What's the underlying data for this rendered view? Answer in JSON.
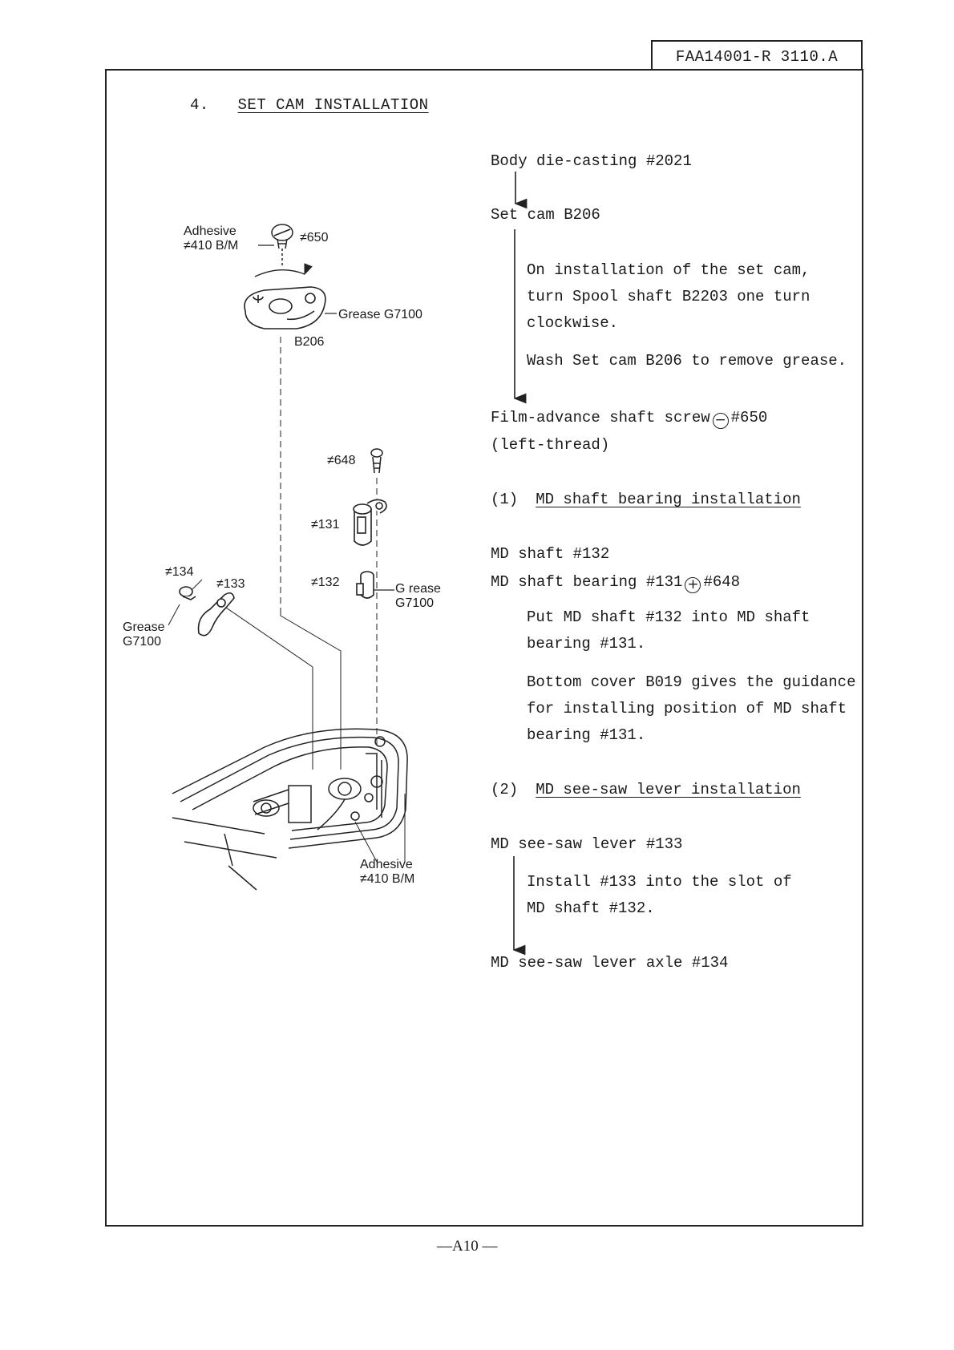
{
  "header": {
    "doc_code": "FAA14001-R 3110.A"
  },
  "title": {
    "number": "4.",
    "text": "SET CAM INSTALLATION"
  },
  "flow": {
    "step1": "Body die-casting #2021",
    "step2": "Set cam B206",
    "note1": [
      "On installation of the set cam,",
      "turn Spool shaft B2203 one turn",
      "clockwise."
    ],
    "note2": "Wash Set cam B206 to remove grease.",
    "step3_a": "Film-advance shaft screw",
    "step3_sym": "−",
    "step3_b": "#650",
    "step3_c": "(left-thread)"
  },
  "section1": {
    "number": "(1)",
    "title": "MD shaft bearing installation",
    "line1": "MD shaft #132",
    "line2_a": "MD shaft bearing #131",
    "line2_sym": "+",
    "line2_b": "#648",
    "note1": [
      "Put MD shaft #132 into MD shaft",
      "bearing #131."
    ],
    "note2": [
      "Bottom cover B019 gives the guidance",
      "for installing position of MD shaft",
      "bearing #131."
    ]
  },
  "section2": {
    "number": "(2)",
    "title": "MD see-saw lever installation",
    "step1": "MD see-saw lever #133",
    "note": [
      "Install #133 into the slot of",
      "MD shaft #132."
    ],
    "step2": "MD see-saw lever axle #134"
  },
  "diagram": {
    "adhesive_top": [
      "Adhesive",
      "≠410 B/M"
    ],
    "part650": "≠650",
    "grease_cam": "Grease G7100",
    "b206": "B206",
    "part648": "≠648",
    "part131": "≠131",
    "part134": "≠134",
    "part133": "≠133",
    "part132": "≠132",
    "grease132": [
      "G rease",
      "G7100"
    ],
    "grease134": [
      "Grease",
      "G7100"
    ],
    "adhesive_bottom": [
      "Adhesive",
      "≠410 B/M"
    ]
  },
  "footer": {
    "page": "—A10 —"
  }
}
